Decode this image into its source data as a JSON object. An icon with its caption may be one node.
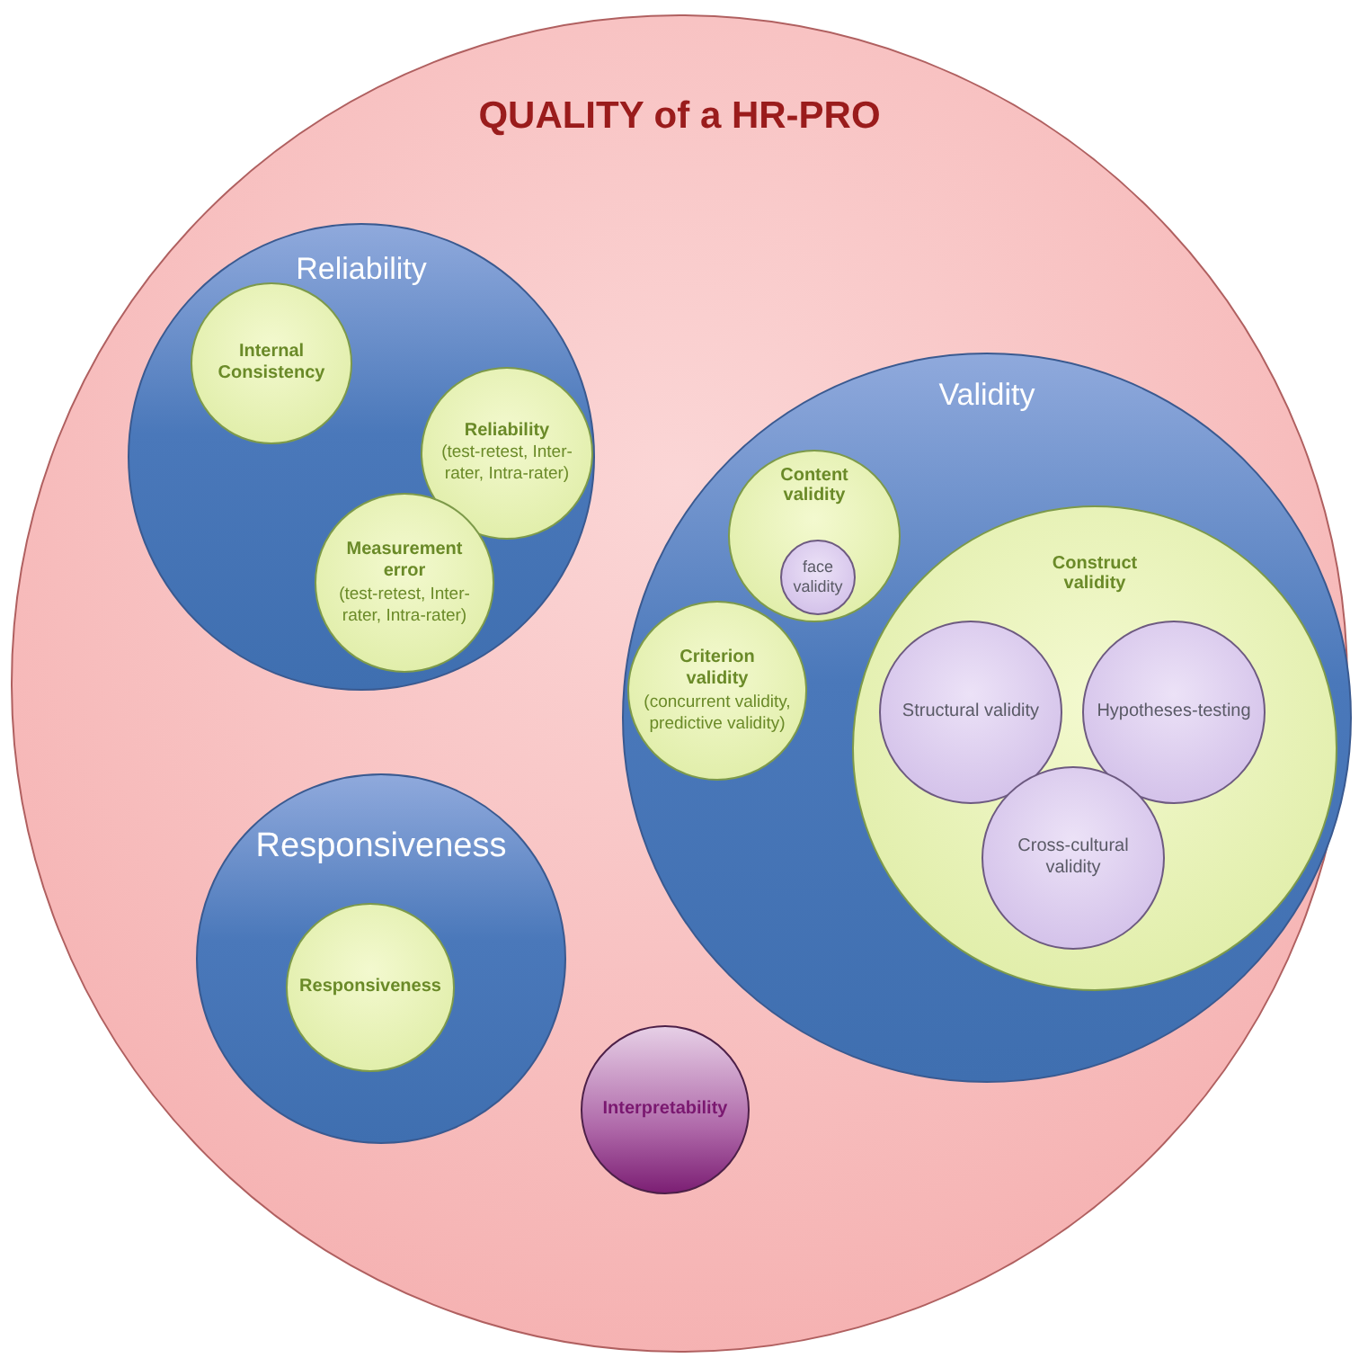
{
  "diagram": {
    "nodes": [
      {
        "text": [
          "QUALITY of a HR-PRO"
        ]
      },
      {
        "text": [
          "Reliability"
        ],
        "in": 0
      },
      {
        "text": [
          "Internal Consistency"
        ],
        "in": 1
      },
      {
        "text": [
          "Reliability",
          "(test-retest, Inter-rater, Intra-rater)"
        ],
        "in": 1
      },
      {
        "text": [
          "Measurement error",
          "(test-retest, Inter-rater, Intra-rater)"
        ],
        "in": 1
      },
      {
        "text": [
          "Validity"
        ],
        "in": 0
      },
      {
        "text": [
          "Content validity"
        ],
        "in": 5
      },
      {
        "text": [
          "face validity"
        ],
        "in": 6
      },
      {
        "text": [
          "Criterion validity",
          "(concurrent validity, predictive validity)"
        ],
        "in": 5
      },
      {
        "text": [
          "Construct validity"
        ],
        "in": 5
      },
      {
        "text": [
          "Structural validity"
        ],
        "in": 9
      },
      {
        "text": [
          "Hypotheses-testing"
        ],
        "in": 9
      },
      {
        "text": [
          "Cross-cultural validity"
        ],
        "in": 9
      },
      {
        "text": [
          "Responsiveness"
        ],
        "in": 0
      },
      {
        "text": [
          "Responsiveness"
        ],
        "in": 13
      },
      {
        "text": [
          "Interpretability"
        ],
        "in": 0
      }
    ]
  }
}
